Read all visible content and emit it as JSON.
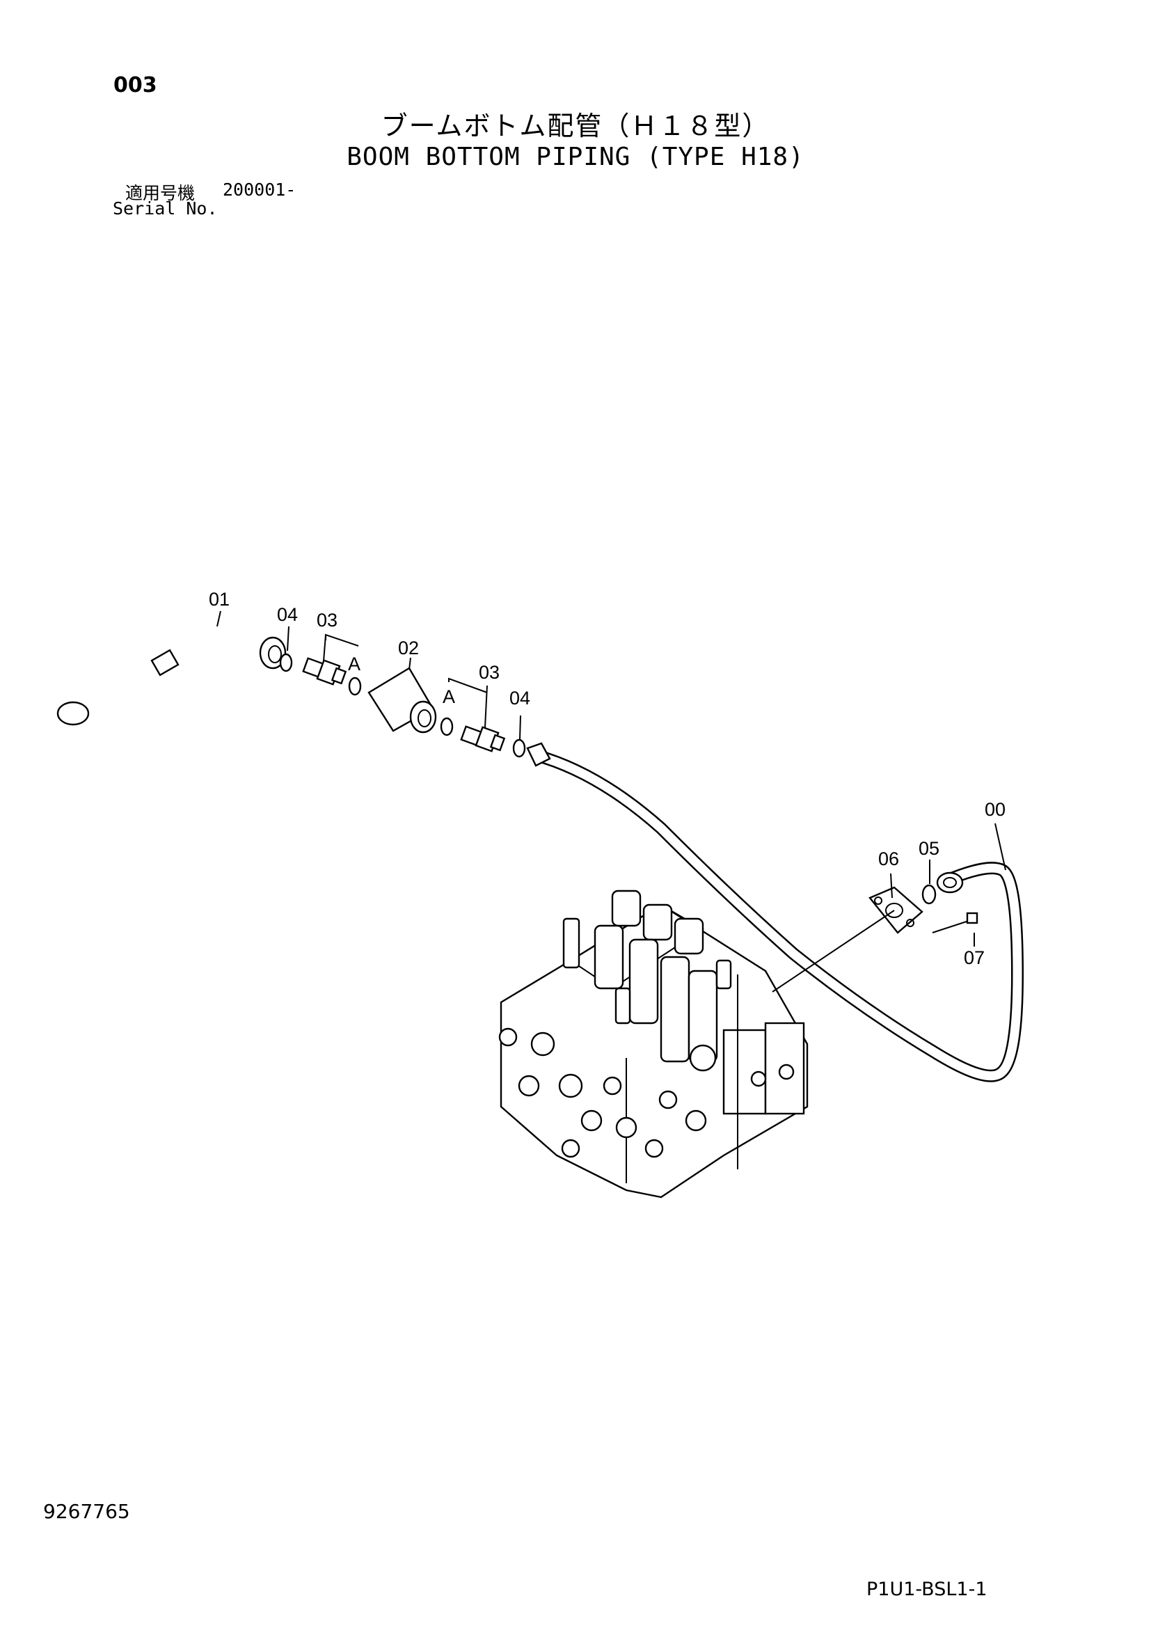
{
  "header": {
    "page_number": "003",
    "title_ja": "ブームボトム配管（Ｈ１８型）",
    "title_en": "BOOM BOTTOM PIPING (TYPE H18)",
    "serial_label_ja": "適用号機",
    "serial_value": "200001-",
    "serial_label_en": "Serial No."
  },
  "callouts": {
    "c01": "01",
    "c04a": "04",
    "c03a": "03",
    "cAa": "A",
    "c02": "02",
    "c03b": "03",
    "cAb": "A",
    "c04b": "04",
    "c00": "00",
    "c06": "06",
    "c05": "05",
    "c07": "07"
  },
  "footer": {
    "part_number": "9267765",
    "page_code": "P1U1-BSL1-1"
  }
}
